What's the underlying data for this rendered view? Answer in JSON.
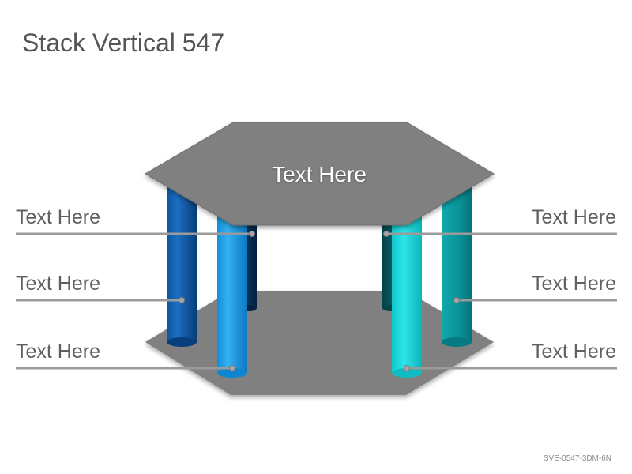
{
  "title": "Stack Vertical 547",
  "center_label": "Text Here",
  "left_labels": [
    "Text Here",
    "Text Here",
    "Text Here"
  ],
  "right_labels": [
    "Text Here",
    "Text Here",
    "Text Here"
  ],
  "code": "SVE-0547-3DM-6N",
  "colors": {
    "platform": "#808080",
    "title_text": "#555555",
    "label_text": "#606060",
    "connector": "#9a9a9a",
    "pillar_dark_blue": "#0d5eab",
    "pillar_light_blue": "#1ea0e6",
    "pillar_navy": "#06345e",
    "pillar_dark_teal": "#05545c",
    "pillar_teal": "#0a9aa0",
    "pillar_cyan": "#18d6dc"
  }
}
